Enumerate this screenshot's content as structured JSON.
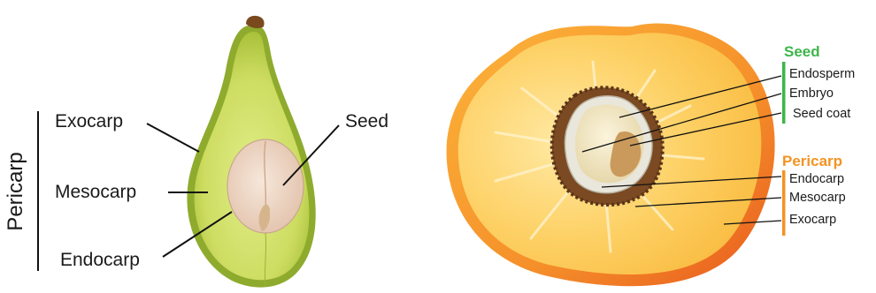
{
  "avocado": {
    "group_label": "Pericarp",
    "labels": {
      "exocarp": "Exocarp",
      "mesocarp": "Mesocarp",
      "endocarp": "Endocarp",
      "seed": "Seed"
    }
  },
  "peach": {
    "seed_header": "Seed",
    "seed_parts": {
      "endosperm": "Endosperm",
      "embryo": "Embryo",
      "seed_coat": "Seed coat"
    },
    "pericarp_header": "Pericarp",
    "pericarp_parts": {
      "endocarp": "Endocarp",
      "mesocarp": "Mesocarp",
      "exocarp": "Exocarp"
    }
  },
  "colors": {
    "seed_accent": "#3db54a",
    "pericarp_accent": "#f39324",
    "avocado_skin": "#8aa72c",
    "avocado_flesh": "#cfe06a",
    "avocado_seed": "#efd9c7",
    "peach_flesh": "#fccc57",
    "peach_skin": "#ef7424"
  }
}
